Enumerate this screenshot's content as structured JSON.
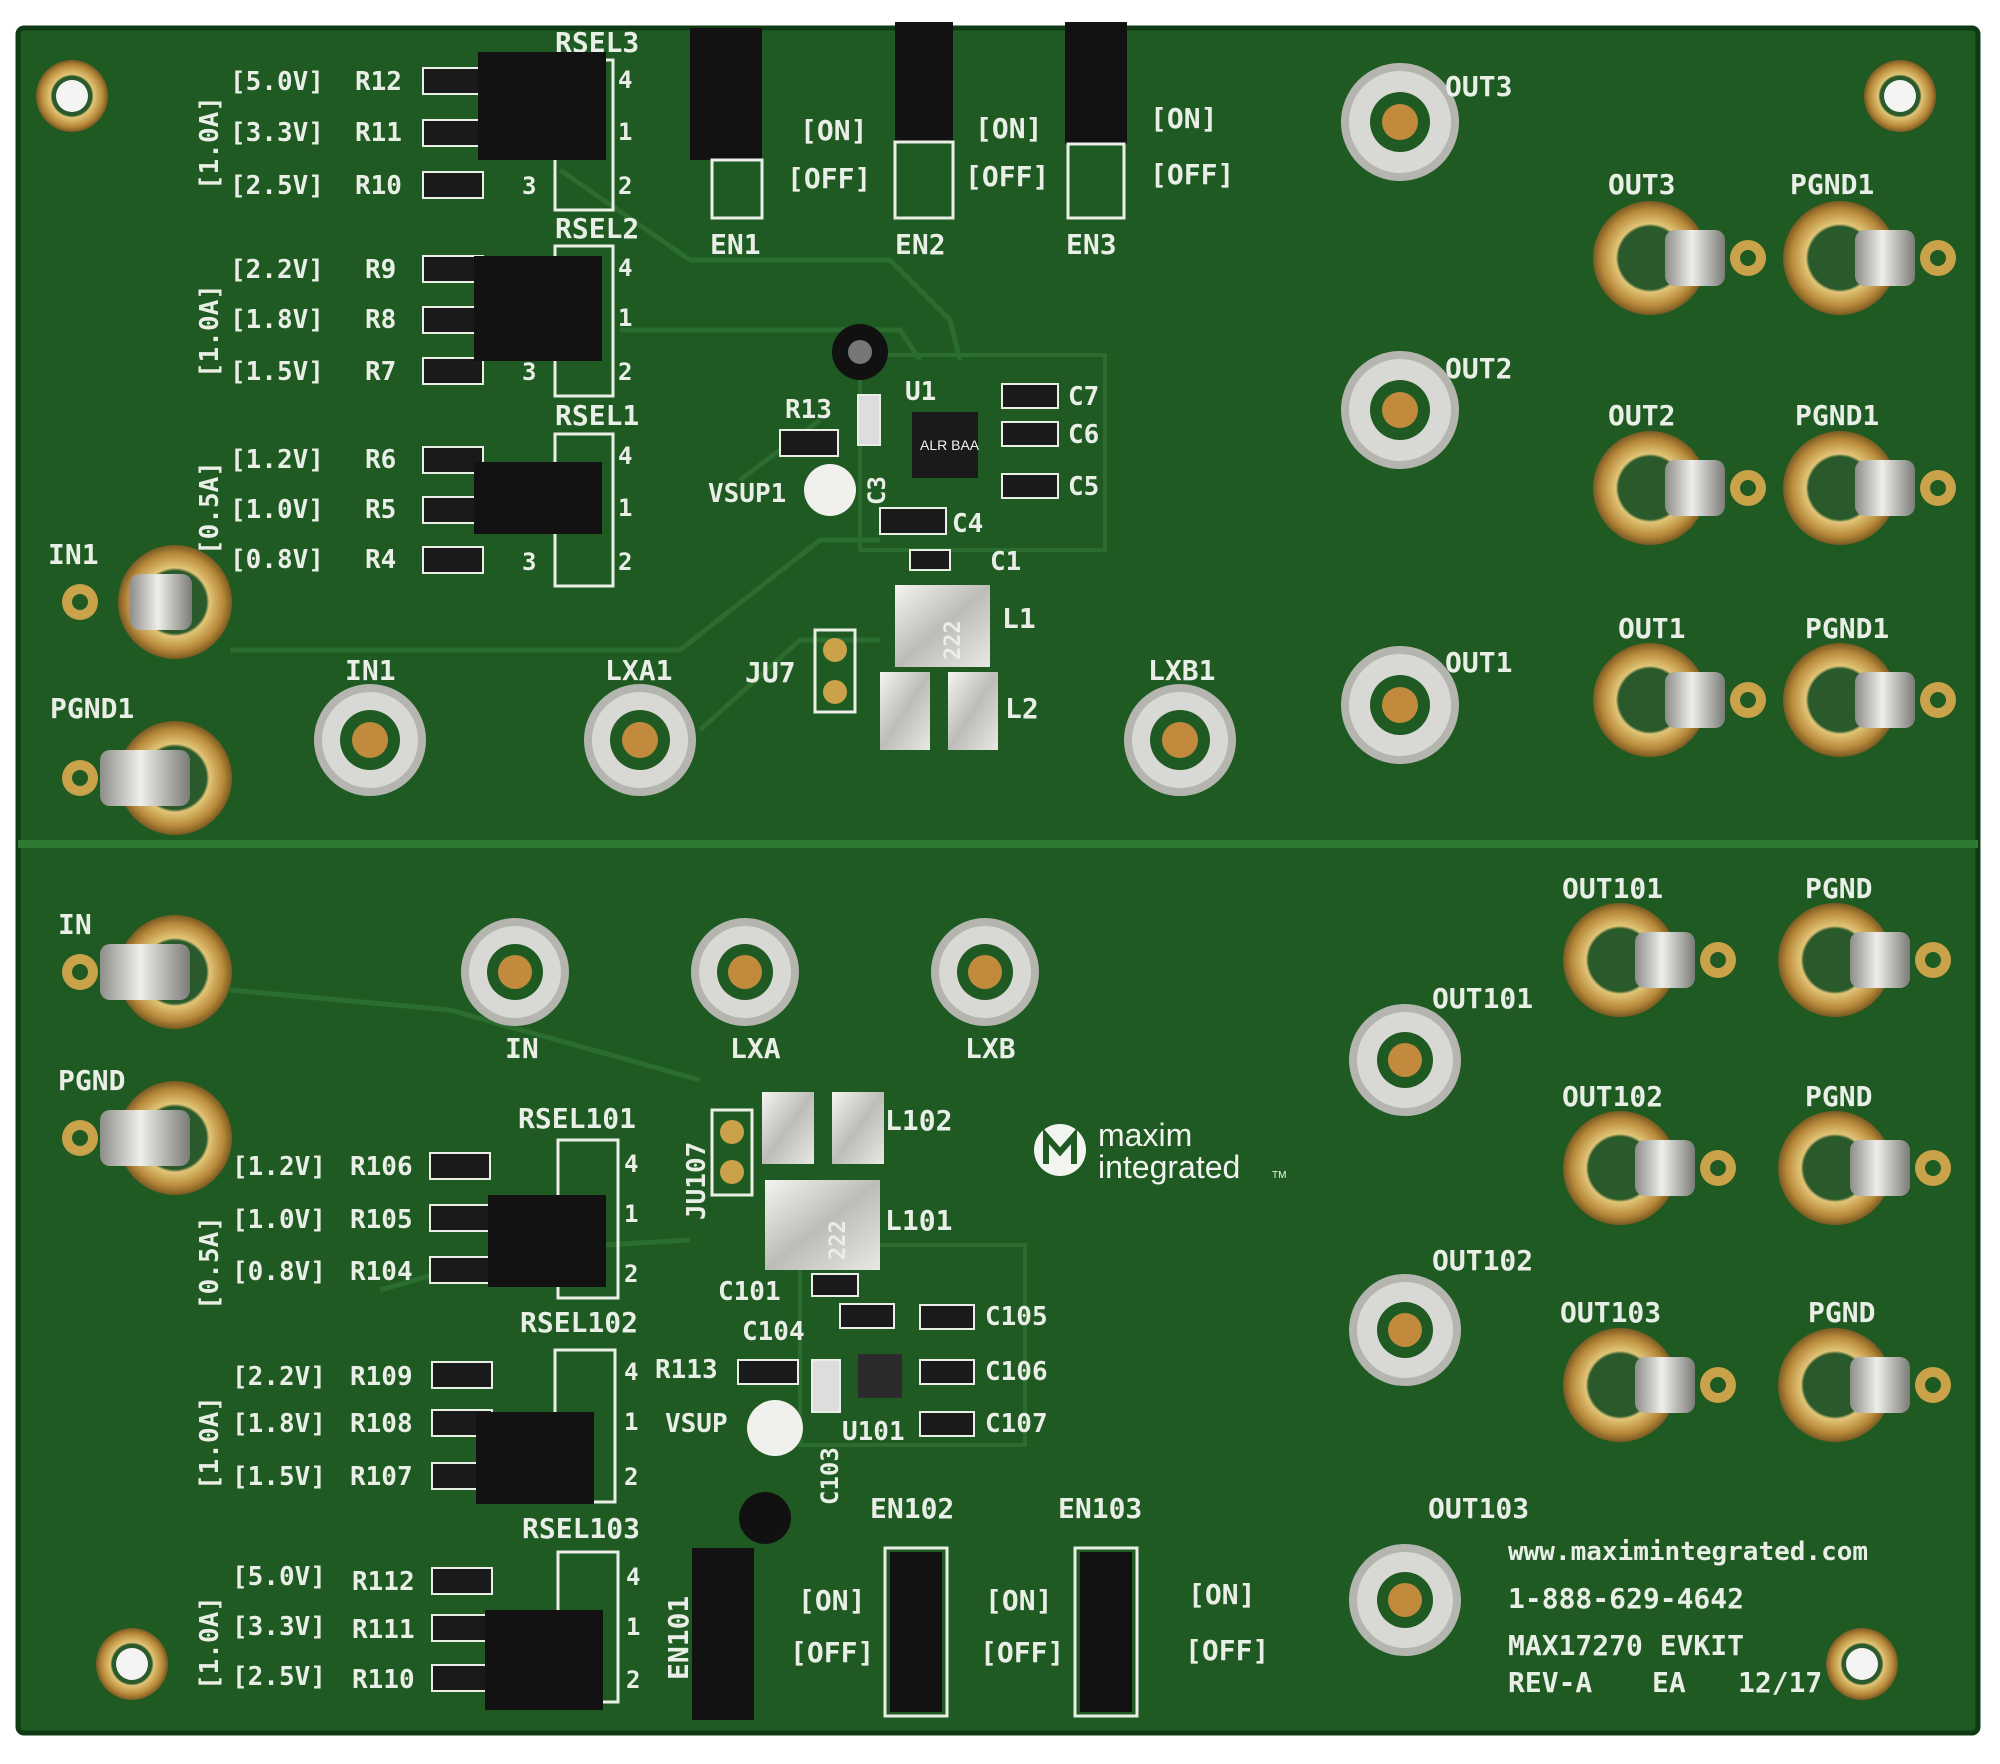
{
  "board": {
    "top": {
      "rsel3": {
        "name": "RSEL3",
        "current": "[1.0A]",
        "rows": [
          {
            "v": "[5.0V]",
            "r": "R12",
            "pin": "4"
          },
          {
            "v": "[3.3V]",
            "r": "R11",
            "pin": "1"
          },
          {
            "v": "[2.5V]",
            "r": "R10",
            "pin": "3"
          }
        ],
        "pin2": "2"
      },
      "rsel2": {
        "name": "RSEL2",
        "current": "[1.0A]",
        "rows": [
          {
            "v": "[2.2V]",
            "r": "R9",
            "pin": "4"
          },
          {
            "v": "[1.8V]",
            "r": "R8",
            "pin": "1"
          },
          {
            "v": "[1.5V]",
            "r": "R7",
            "pin": "3"
          }
        ],
        "pin2": "2"
      },
      "rsel1": {
        "name": "RSEL1",
        "current": "[0.5A]",
        "rows": [
          {
            "v": "[1.2V]",
            "r": "R6",
            "pin": "4"
          },
          {
            "v": "[1.0V]",
            "r": "R5",
            "pin": "1"
          },
          {
            "v": "[0.8V]",
            "r": "R4",
            "pin": "3"
          }
        ],
        "pin2": "2"
      },
      "en_on": "[ON]",
      "en_off": "[OFF]",
      "en": [
        "EN1",
        "EN2",
        "EN3"
      ],
      "parts": {
        "r13": "R13",
        "u1": "U1",
        "c3": "C3",
        "c4": "C4",
        "c1": "C1",
        "c5": "C5",
        "c6": "C6",
        "c7": "C7",
        "vsup": "VSUP1",
        "l1": "L1",
        "l2": "L2",
        "ju7": "JU7",
        "chip_mark": "ALR BAA",
        "inductor_mark": "222"
      },
      "tp": {
        "in1": "IN1",
        "lxa1": "LXA1",
        "lxb1": "LXB1",
        "out1": "OUT1",
        "out2": "OUT2",
        "out3": "OUT3"
      },
      "banana": {
        "in1": "IN1",
        "pgnd1_left": "PGND1",
        "out3": "OUT3",
        "out2": "OUT2",
        "out1": "OUT1",
        "pgnd1": "PGND1"
      }
    },
    "bottom": {
      "rsel101": {
        "name": "RSEL101",
        "current": "[0.5A]",
        "rows": [
          {
            "v": "[1.2V]",
            "r": "R106",
            "pin": "4"
          },
          {
            "v": "[1.0V]",
            "r": "R105",
            "pin": "1"
          },
          {
            "v": "[0.8V]",
            "r": "R104",
            "pin": "2"
          }
        ]
      },
      "rsel102": {
        "name": "RSEL102",
        "current": "[1.0A]",
        "rows": [
          {
            "v": "[2.2V]",
            "r": "R109",
            "pin": "4"
          },
          {
            "v": "[1.8V]",
            "r": "R108",
            "pin": "1"
          },
          {
            "v": "[1.5V]",
            "r": "R107",
            "pin": "2"
          }
        ]
      },
      "rsel103": {
        "name": "RSEL103",
        "current": "[1.0A]",
        "rows": [
          {
            "v": "[5.0V]",
            "r": "R112",
            "pin": "4"
          },
          {
            "v": "[3.3V]",
            "r": "R111",
            "pin": "1"
          },
          {
            "v": "[2.5V]",
            "r": "R110",
            "pin": "2"
          }
        ]
      },
      "en_on": "[ON]",
      "en_off": "[OFF]",
      "en": [
        "EN101",
        "EN102",
        "EN103"
      ],
      "parts": {
        "l101": "L101",
        "l102": "L102",
        "ju107": "JU107",
        "c101": "C101",
        "c104": "C104",
        "c105": "C105",
        "c106": "C106",
        "c107": "C107",
        "c103": "C103",
        "r113": "R113",
        "u101": "U101",
        "vsup": "VSUP",
        "inductor_mark": "222"
      },
      "tp": {
        "in": "IN",
        "lxa": "LXA",
        "lxb": "LXB",
        "out101": "OUT101",
        "out102": "OUT102",
        "out103": "OUT103"
      },
      "banana": {
        "in": "IN",
        "pgnd_left": "PGND",
        "out101": "OUT101",
        "out102": "OUT102",
        "out103": "OUT103",
        "pgnd": "PGND"
      },
      "logo": {
        "line1": "maxim",
        "line2": "integrated",
        "tm": "TM"
      },
      "info": {
        "url": "www.maximintegrated.com",
        "phone": "1-888-629-4642",
        "kit": "MAX17270 EVKIT",
        "rev": "REV-A",
        "ea": "EA",
        "date": "12/17"
      }
    }
  },
  "colors": {
    "pcb": "#1f5a23",
    "pcb_dark": "#184a1c",
    "silk": "#e9eee6",
    "gold": "#c9a24a",
    "pad": "#d8d8d4",
    "jumper": "#121212"
  }
}
